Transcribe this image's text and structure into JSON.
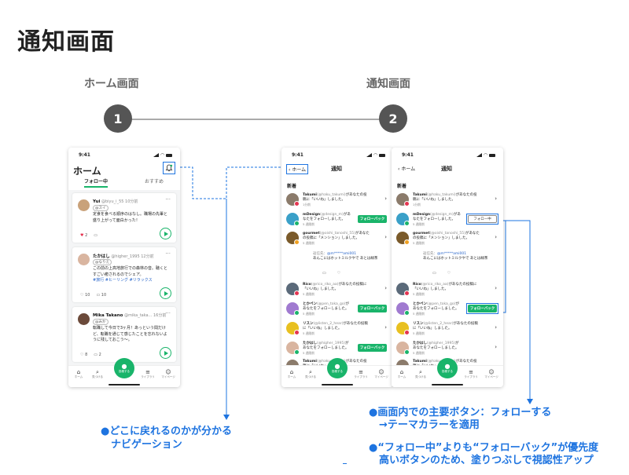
{
  "page_title": "通知画面",
  "steps": [
    {
      "number": "1",
      "label": "ホーム画面"
    },
    {
      "number": "2",
      "label": "通知画面"
    }
  ],
  "status_time": "9:41",
  "home": {
    "title": "ホーム",
    "tab_following": "フォロー中",
    "tab_recommended": "おすすめ",
    "posts": [
      {
        "name": "Yui",
        "handle": "@biyu_i_55",
        "time": "10分前",
        "tag": "@スイ",
        "body": "定食を食べる順序のはなし。職場の先輩と盛り上がって面白かった！",
        "likes": "2",
        "comments": ""
      },
      {
        "name": "たかはし",
        "handle": "@higher_1995",
        "time": "12分前",
        "tag": "@なりえ",
        "body": "この前の上高地旅行での森林の音。聴くとすごい癒されるのでシェア。",
        "hashtags": "#旅行 #ヒーリング #リラックス",
        "likes": "10",
        "comments": "10"
      },
      {
        "name": "Mika Takano",
        "handle": "@mika_taka...",
        "time": "16分前",
        "tag": "@みか",
        "body": "転職して今日で3ヶ月！あっという間だけど、転職を通じて感じたことを忘れないように残しておこう〜。",
        "likes": "8",
        "comments": "2"
      }
    ]
  },
  "tabbar": {
    "home": "ホーム",
    "search": "見つける",
    "record": "投稿する",
    "library": "ライブラリ",
    "mypage": "マイページ"
  },
  "notifications": {
    "back_label": "ホーム",
    "title": "通知",
    "section": "新着",
    "items": [
      {
        "name": "Takumi",
        "handle": "(@haku_takumi)",
        "text": "があなたの投稿に「いいね」しました。",
        "time": "1分前",
        "action": "chevron"
      },
      {
        "name": "mDesign",
        "handle": "(@design_m)",
        "text": "があなたをフォローしました。",
        "time": "5 週間前",
        "action": "follow"
      },
      {
        "name": "gourmet",
        "handle": "(@oishi_tanoshi_55)",
        "text": "があなたの投稿に「メンション」しました。",
        "time": "5 週間前",
        "action": "chevron"
      },
      {
        "name": "Rico",
        "handle": "(@rico_riko_aa)",
        "text": "があなたの投稿に「いいね」しました。",
        "time": "5 週間前",
        "action": "chevron"
      },
      {
        "name": "とかペン",
        "handle": "(@pen_toka_go)",
        "text": "があなたをフォローしました。",
        "time": "5 週間前",
        "action": "follow"
      },
      {
        "name": "リスン",
        "handle": "(@listen_2_hear)",
        "text": "があなたの投稿に「いいね」しました。",
        "time": "5 週間前",
        "action": "chevron"
      },
      {
        "name": "たかはし",
        "handle": "(@higher_1995)",
        "text": "があなたをフォローしました。",
        "time": "5 週間前",
        "action": "follow"
      },
      {
        "name": "Takumi",
        "handle": "(@haku_takumi)",
        "text": "があなたの投稿に「いいね」しました。",
        "time": "",
        "action": "chevron"
      }
    ],
    "reply_label": "返信先：",
    "reply_mention": "@m*****ami001",
    "reply_text": "あんこにはホットミルクやで あとは緑茶",
    "follow_back": "フォローバック",
    "following": "フォロー中"
  },
  "notes": {
    "back_nav": "●どこに戻れるのかが分かる\n　ナビゲーション",
    "main_button_1": "●画面内での主要ボタン：フォローする",
    "main_button_2": "　→テーマカラーを適用",
    "priority_1": "●“フォロー中”よりも“フォローバック”が優先度",
    "priority_2": "　高いボタンのため、塗りつぶしで視認性アップ"
  },
  "colors": {
    "theme_green": "#19b46a",
    "annotation_blue": "#1e74e0"
  }
}
